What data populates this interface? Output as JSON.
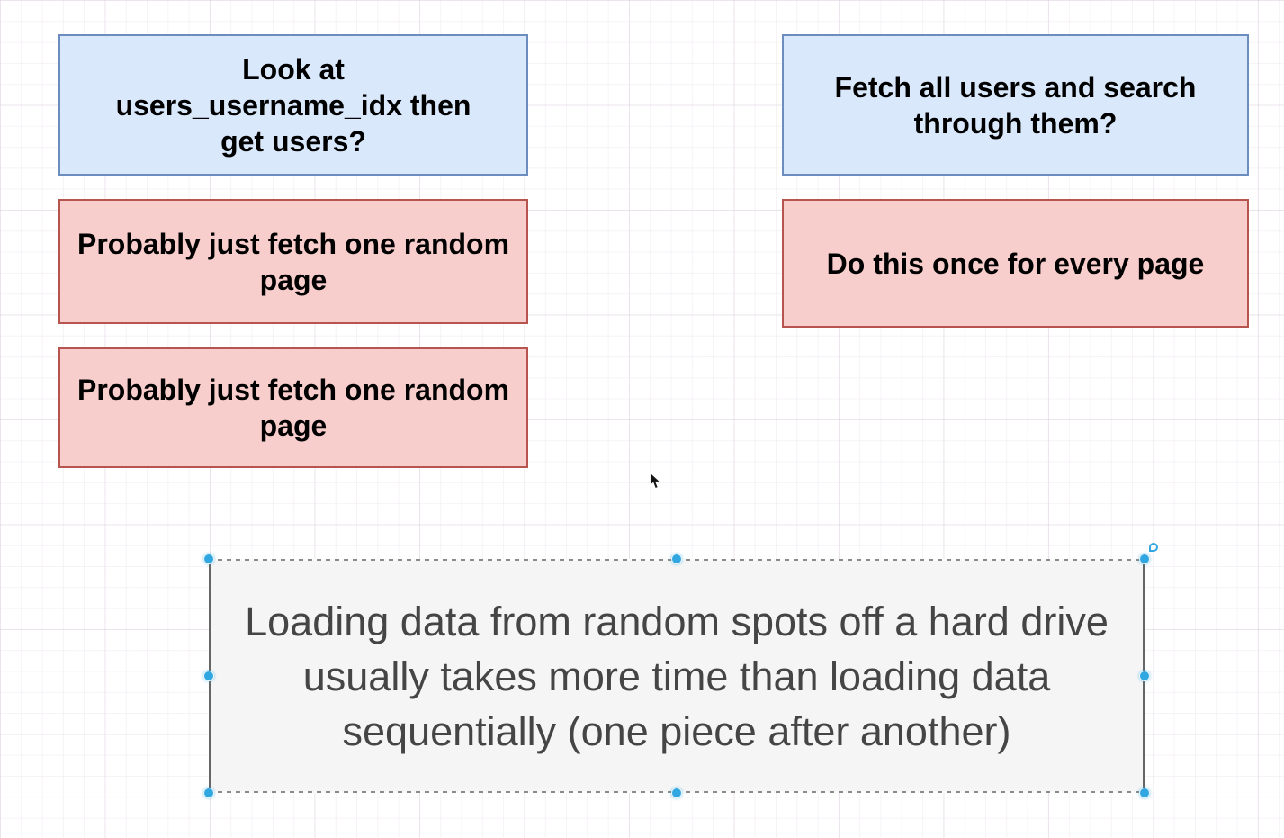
{
  "app": {
    "view": "diagram-canvas",
    "grid": "on"
  },
  "palette": {
    "question_fill": "#dae8fc",
    "question_stroke": "#6c8ebf",
    "answer_fill": "#f8cecc",
    "answer_stroke": "#b85450",
    "note_fill": "#f5f5f5",
    "note_stroke": "#666666",
    "node_text_color": "#000000",
    "note_text_color": "#454545",
    "selection_handle_color": "#30a7e0"
  },
  "nodes": [
    {
      "id": "question-left",
      "type": "question",
      "selected": false,
      "label": "Look at\nusers_username_idx then\nget users?"
    },
    {
      "id": "question-right",
      "type": "question",
      "selected": false,
      "label": "Fetch all users and search\nthrough them?"
    },
    {
      "id": "answer-left-1",
      "type": "answer",
      "selected": false,
      "label": "Probably just fetch one random\npage"
    },
    {
      "id": "answer-right",
      "type": "answer",
      "selected": false,
      "label": "Do this once for every page"
    },
    {
      "id": "answer-left-2",
      "type": "answer",
      "selected": false,
      "label": "Probably just fetch one random\npage"
    },
    {
      "id": "note-selected",
      "type": "note",
      "selected": true,
      "label": "Loading data from random spots off a hard drive\nusually takes more time than loading data\nsequentially (one piece after another)"
    }
  ],
  "selection": {
    "selected_node": "note-selected",
    "handles": [
      "nw",
      "n",
      "ne",
      "w",
      "e",
      "sw",
      "s",
      "se"
    ],
    "rotate_handle": true
  },
  "icons": {
    "mouse_cursor": "arrow-pointer-icon",
    "rotate_handle": "rotate-circle-icon"
  }
}
